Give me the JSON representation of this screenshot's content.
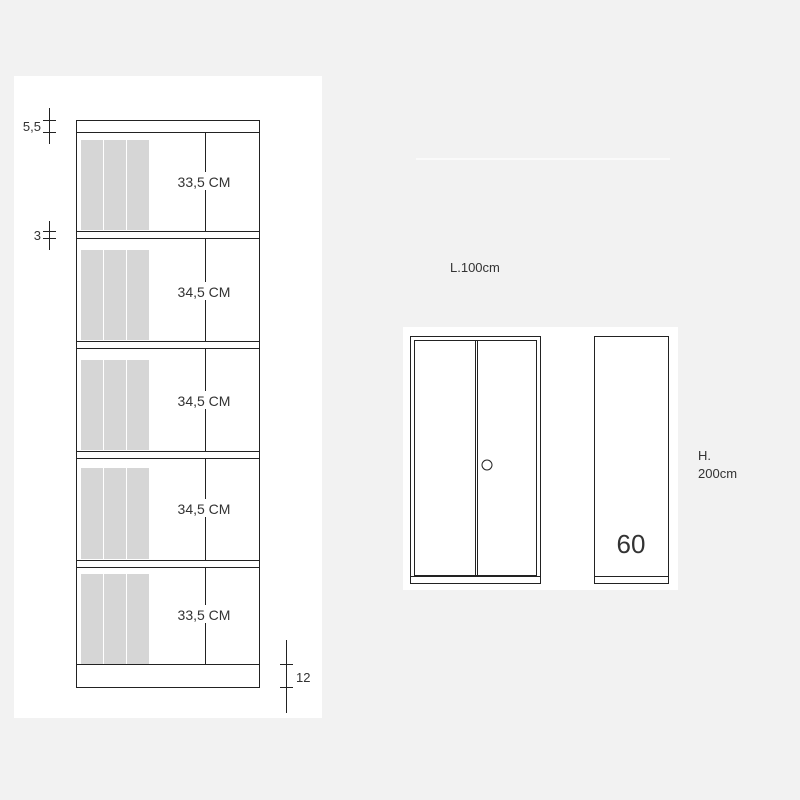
{
  "section_view": {
    "dimensions": {
      "top": "5,5",
      "shelf_thickness": "3",
      "base": "12"
    },
    "compartments": [
      {
        "height_label": "33,5 CM"
      },
      {
        "height_label": "34,5 CM"
      },
      {
        "height_label": "34,5 CM"
      },
      {
        "height_label": "34,5 CM"
      },
      {
        "height_label": "33,5 CM"
      }
    ]
  },
  "front_view": {
    "width_label": "L.100cm",
    "height_label_line1": "H.",
    "height_label_line2": "200cm"
  },
  "side_view": {
    "depth_label": "60"
  },
  "colors": {
    "background": "#f2f2f2",
    "panel": "#ffffff",
    "binders": "#d6d6d6",
    "line": "#222222"
  }
}
